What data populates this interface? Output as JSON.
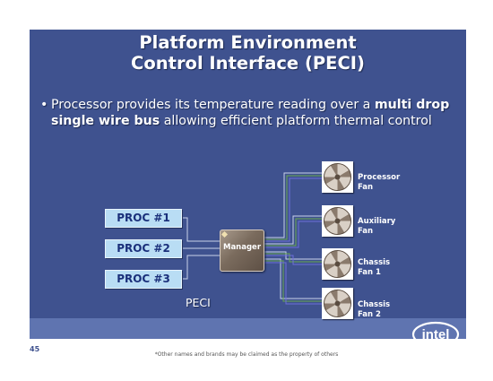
{
  "title": {
    "line1": "Platform Environment",
    "line2": "Control Interface (PECI)"
  },
  "bullet": {
    "marker": "•",
    "text_before": "Processor provides its temperature reading over a ",
    "text_bold": "multi drop single wire bus",
    "text_after": " allowing efficient platform thermal control"
  },
  "processors": [
    "PROC #1",
    "PROC #2",
    "PROC #3"
  ],
  "manager_label": "Manager",
  "bus_label": "PECI",
  "fans": [
    {
      "line1": "Processor",
      "line2": "Fan"
    },
    {
      "line1": "Auxiliary",
      "line2": "Fan"
    },
    {
      "line1": "Chassis",
      "line2": "Fan 1"
    },
    {
      "line1": "Chassis",
      "line2": "Fan 2"
    }
  ],
  "page_number": "45",
  "footnote": "*Other names and brands may be claimed as the property of others",
  "logo_text": "intel",
  "colors": {
    "slide_background": "#3f528f",
    "footer_band": "#5f74b0",
    "proc_box": "#b9ddf4",
    "proc_text": "#1a2f7a",
    "wire_white": "#c8d2ea",
    "wire_green": "#6aa84f",
    "wire_blue": "#6e6ed8"
  },
  "icons": {
    "fan": "fan-icon",
    "logo": "intel-logo"
  }
}
